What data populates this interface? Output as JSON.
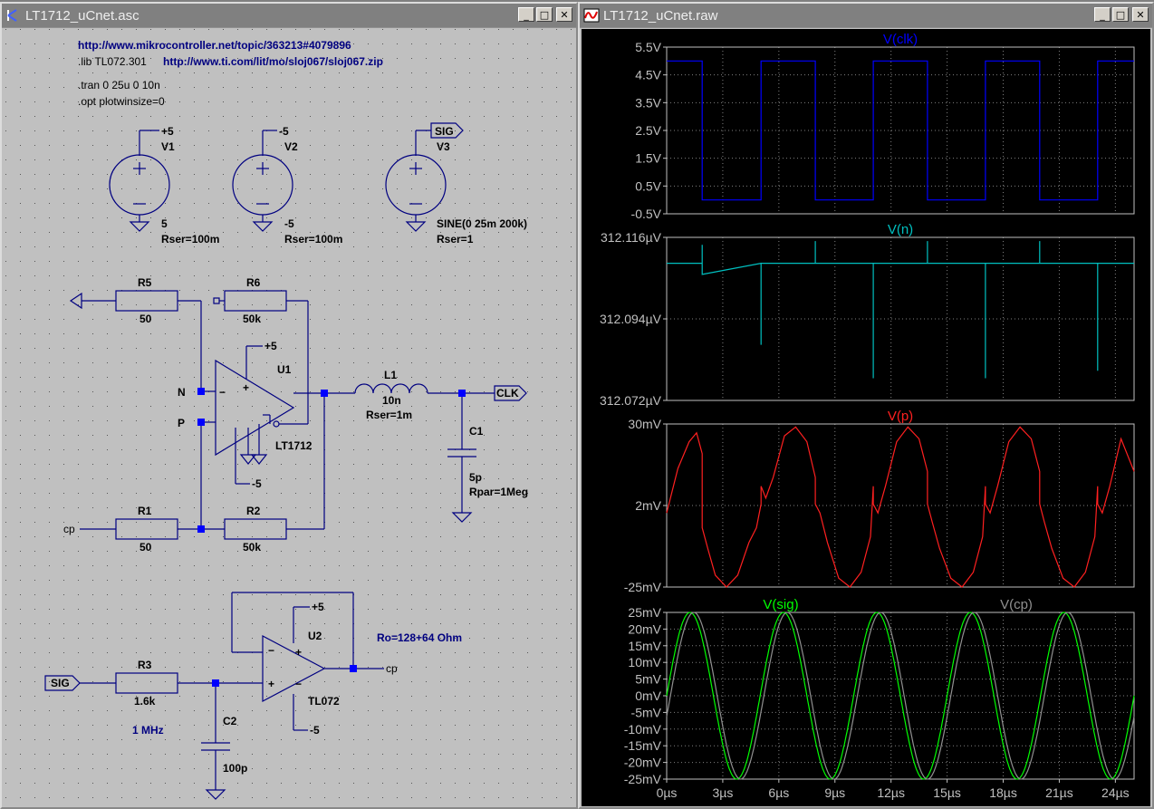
{
  "schematic": {
    "title": "LT1712_uCnet.asc",
    "directives": {
      "url1": "http://www.mikrocontroller.net/topic/363213#4079896",
      "lib": ".lib TL072.301",
      "url2": "http://www.ti.com/lit/mo/sloj067/sloj067.zip",
      "tran": ".tran 0 25u 0 10n",
      "opt": ".opt plotwinsize=0",
      "note_ro": "Ro=128+64 Ohm",
      "note_freq": "1 MHz"
    },
    "sources": {
      "v1": {
        "name": "V1",
        "top": "+5",
        "value": "5",
        "rser": "Rser=100m"
      },
      "v2": {
        "name": "V2",
        "top": "-5",
        "value": "-5",
        "rser": "Rser=100m"
      },
      "v3": {
        "name": "V3",
        "flag": "SIG",
        "value": "SINE(0 25m 200k)",
        "rser": "Rser=1"
      }
    },
    "components": {
      "r5": {
        "name": "R5",
        "value": "50"
      },
      "r6": {
        "name": "R6",
        "value": "50k"
      },
      "r1": {
        "name": "R1",
        "value": "50"
      },
      "r2": {
        "name": "R2",
        "value": "50k"
      },
      "r3": {
        "name": "R3",
        "value": "1.6k"
      },
      "l1": {
        "name": "L1",
        "value": "10n",
        "rser": "Rser=1m"
      },
      "c1": {
        "name": "C1",
        "value": "5p",
        "rpar": "Rpar=1Meg"
      },
      "c2": {
        "name": "C2",
        "value": "100p"
      },
      "u1": {
        "name": "U1",
        "model": "LT1712",
        "vpos": "+5",
        "vneg": "-5"
      },
      "u2": {
        "name": "U2",
        "model": "TL072",
        "vpos": "+5",
        "vneg": "-5"
      }
    },
    "nets": {
      "n": "N",
      "p": "P",
      "cp_left": "cp",
      "cp_right": "cp",
      "clk": "CLK",
      "sig": "SIG",
      "plus": "+",
      "minus": "−"
    }
  },
  "waveform": {
    "title": "LT1712_uCnet.raw",
    "background": "#000000",
    "chart_data": [
      {
        "type": "line",
        "title": "V(clk)",
        "ylim": [
          -0.5,
          5.5
        ],
        "yticks": [
          "5.5V",
          "4.5V",
          "3.5V",
          "2.5V",
          "1.5V",
          "0.5V",
          "-0.5V"
        ],
        "xlim": [
          0,
          25
        ],
        "series": [
          {
            "name": "V(clk)",
            "color": "#0000ff",
            "x": [
              0,
              1.9,
              1.9,
              5.05,
              5.05,
              7.95,
              7.95,
              11.05,
              11.05,
              13.95,
              13.95,
              17.05,
              17.05,
              19.95,
              19.95,
              23.05,
              23.05,
              25
            ],
            "y": [
              5,
              5,
              0,
              0,
              5,
              5,
              0,
              0,
              5,
              5,
              0,
              0,
              5,
              5,
              0,
              0,
              5,
              5
            ]
          }
        ]
      },
      {
        "type": "line",
        "title": "V(n)",
        "ylim": [
          312.072,
          312.116
        ],
        "yticks": [
          "312.116µV",
          "312.094µV",
          "312.072µV"
        ],
        "xlim": [
          0,
          25
        ],
        "series": [
          {
            "name": "V(n)",
            "color": "#00c0c0",
            "x": [
              0,
              1.9,
              1.9,
              1.9,
              5.05,
              5.05,
              5.05,
              5.05,
              7.95,
              7.95,
              7.95,
              11.05,
              11.05,
              11.05,
              11.05,
              13.95,
              13.95,
              13.95,
              17.05,
              17.05,
              17.05,
              17.05,
              19.95,
              19.95,
              19.95,
              23.05,
              23.05,
              23.05,
              23.05,
              25
            ],
            "y": [
              312.109,
              312.109,
              312.114,
              312.106,
              312.109,
              312.105,
              312.087,
              312.109,
              312.109,
              312.115,
              312.109,
              312.109,
              312.106,
              312.078,
              312.109,
              312.109,
              312.115,
              312.109,
              312.109,
              312.106,
              312.078,
              312.109,
              312.109,
              312.115,
              312.109,
              312.109,
              312.106,
              312.08,
              312.109,
              312.109
            ]
          }
        ]
      },
      {
        "type": "line",
        "title": "V(p)",
        "ylim": [
          -25,
          30
        ],
        "yticks": [
          "30mV",
          "2mV",
          "-25mV"
        ],
        "xlim": [
          0,
          25
        ],
        "series": [
          {
            "name": "V(p)",
            "color": "#ff2020",
            "x": [
              0,
              0.6,
              1.2,
              1.6,
              1.9,
              1.9,
              2.2,
              2.6,
              3.2,
              3.8,
              4.4,
              4.8,
              5.05,
              5.05,
              5.3,
              5.7,
              6.3,
              6.9,
              7.5,
              7.95,
              7.95,
              8.2,
              8.6,
              9.2,
              9.8,
              10.4,
              10.9,
              11.05,
              11.05,
              11.3,
              11.7,
              12.3,
              12.9,
              13.5,
              13.95,
              13.95,
              14.2,
              14.6,
              15.2,
              15.8,
              16.4,
              16.9,
              17.05,
              17.05,
              17.3,
              17.7,
              18.3,
              18.9,
              19.5,
              19.95,
              19.95,
              20.2,
              20.6,
              21.2,
              21.8,
              22.4,
              22.9,
              23.05,
              23.05,
              23.3,
              23.7,
              24.3,
              25
            ],
            "y": [
              0,
              15,
              24,
              27,
              20,
              -5,
              -12,
              -21,
              -25,
              -21,
              -10,
              -5,
              3,
              9,
              5,
              12,
              26,
              29,
              24,
              12,
              3,
              0,
              -10,
              -22,
              -25,
              -20,
              -8,
              9,
              3,
              0,
              9,
              24,
              29,
              25,
              14,
              3,
              -3,
              -12,
              -22,
              -25,
              -20,
              -8,
              9,
              3,
              0,
              9,
              24,
              29,
              25,
              14,
              3,
              -3,
              -12,
              -22,
              -25,
              -20,
              -8,
              9,
              3,
              0,
              9,
              25,
              14
            ]
          }
        ]
      },
      {
        "type": "line",
        "title": "",
        "ylim": [
          -25,
          25
        ],
        "yticks": [
          "25mV",
          "20mV",
          "15mV",
          "10mV",
          "5mV",
          "0mV",
          "-5mV",
          "-10mV",
          "-15mV",
          "-20mV",
          "-25mV"
        ],
        "xlim": [
          0,
          25
        ],
        "xticks": [
          "0µs",
          "3µs",
          "6µs",
          "9µs",
          "12µs",
          "15µs",
          "18µs",
          "21µs",
          "24µs"
        ],
        "series": [
          {
            "name": "V(sig)",
            "color": "#00ff00",
            "kind": "sine",
            "amplitude": 25,
            "period": 5,
            "phase": 0
          },
          {
            "name": "V(cp)",
            "color": "#909090",
            "kind": "sine",
            "amplitude": 25,
            "period": 5,
            "phase": -0.2
          }
        ]
      }
    ]
  }
}
